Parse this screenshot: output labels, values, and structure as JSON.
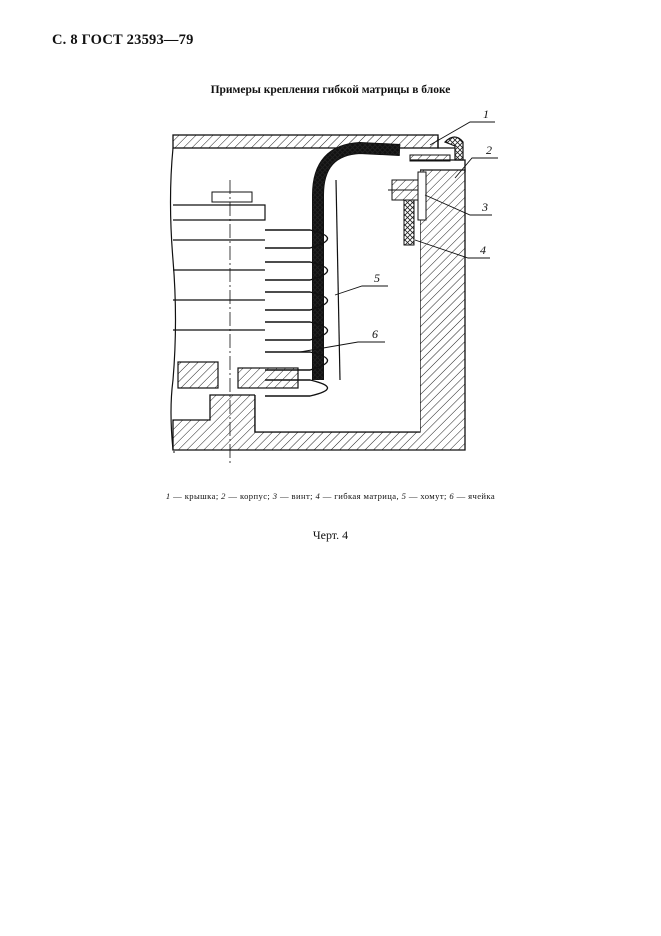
{
  "header": {
    "text": "С. 8 ГОСТ 23593—79"
  },
  "figure": {
    "title": "Примеры крепления гибкой матрицы в блоке",
    "callouts": [
      "1",
      "2",
      "3",
      "4",
      "5",
      "6"
    ],
    "caption": [
      {
        "num": "1",
        "text": " — крышка; "
      },
      {
        "num": "2",
        "text": " — корпус; "
      },
      {
        "num": "3",
        "text": " — винт; "
      },
      {
        "num": "4",
        "text": " — гибкая матрица, "
      },
      {
        "num": "5",
        "text": " — хомут; "
      },
      {
        "num": "6",
        "text": " — ячейка"
      }
    ],
    "number": "Черт. 4"
  }
}
